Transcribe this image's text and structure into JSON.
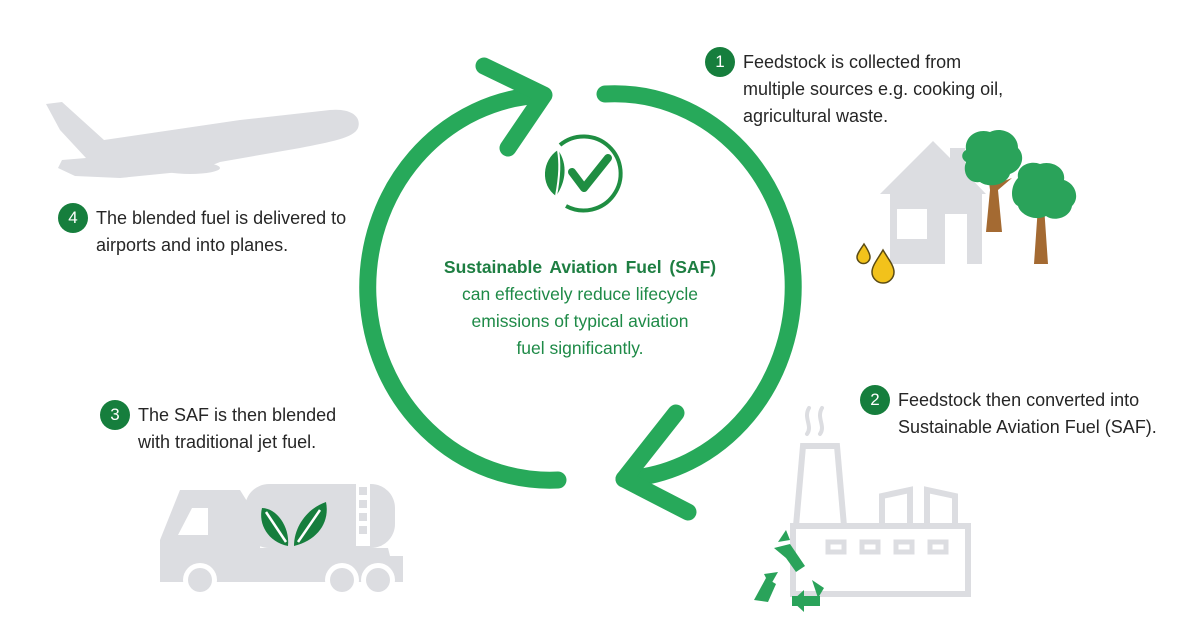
{
  "diagram": {
    "title": "Sustainable Aviation Fuel (SAF)",
    "summary": "can effectively reduce lifecycle emissions of typical aviation fuel significantly.",
    "summary_lines": [
      "can effectively  reduce  lifecycle",
      "emissions of typical aviation",
      "fuel significantly."
    ],
    "colors": {
      "arrow": "#27a95a",
      "badge": "#167e3d",
      "center_text": "#1e8a47",
      "icon_grey": "#dcdde1",
      "tree_green": "#2aa35a",
      "trunk": "#a46a32",
      "oil": "#f2c21b"
    },
    "steps": [
      {
        "number": "1",
        "text": "Feedstock is collected from\nmultiple sources e.g. cooking oil,\nagricultural waste.",
        "icon": "house-trees-oil-icon"
      },
      {
        "number": "2",
        "text": "Feedstock then converted into\nSustainable Aviation Fuel (SAF).",
        "icon": "factory-recycle-icon"
      },
      {
        "number": "3",
        "text": "The SAF is then blended\nwith traditional jet fuel.",
        "icon": "tanker-truck-leaf-icon"
      },
      {
        "number": "4",
        "text": "The blended fuel is delivered to\nairports and into planes.",
        "icon": "airplane-icon"
      }
    ],
    "center_icon": "leaf-check-icon"
  }
}
